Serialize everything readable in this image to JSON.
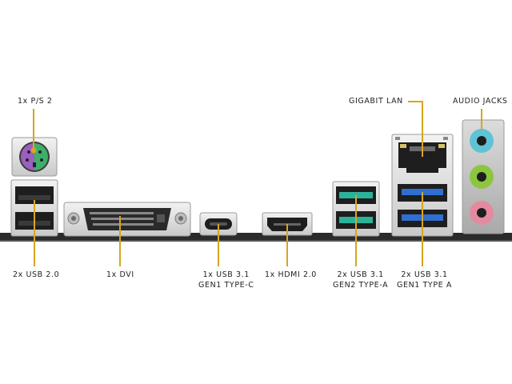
{
  "labels": {
    "ps2": "1x P/S 2",
    "gigabit_lan": "GIGABIT LAN",
    "audio_jacks": "AUDIO JACKS",
    "usb20": "2x USB 2.0",
    "dvi": "1x DVI",
    "usb31_typec_line1": "1x USB 3.1",
    "usb31_typec_line2": "GEN1 TYPE-C",
    "hdmi": "1x HDMI 2.0",
    "usb31_gen2_line1": "2x USB 3.1",
    "usb31_gen2_line2": "GEN2 TYPE-A",
    "usb31_gen1_line1": "2x USB 3.1",
    "usb31_gen1_line2": "GEN1 TYPE A"
  },
  "colors": {
    "leader_line": "#d9a520",
    "plate": "#2b2b2b",
    "ps2_purple": "#9b5fc0",
    "ps2_green": "#3fae6a",
    "usb_gen2_teal": "#2bb39a",
    "usb_gen1_blue": "#2f6fd1",
    "audio_blue": "#5fc3d6",
    "audio_green": "#8cc63f",
    "audio_pink": "#e48aa0"
  }
}
